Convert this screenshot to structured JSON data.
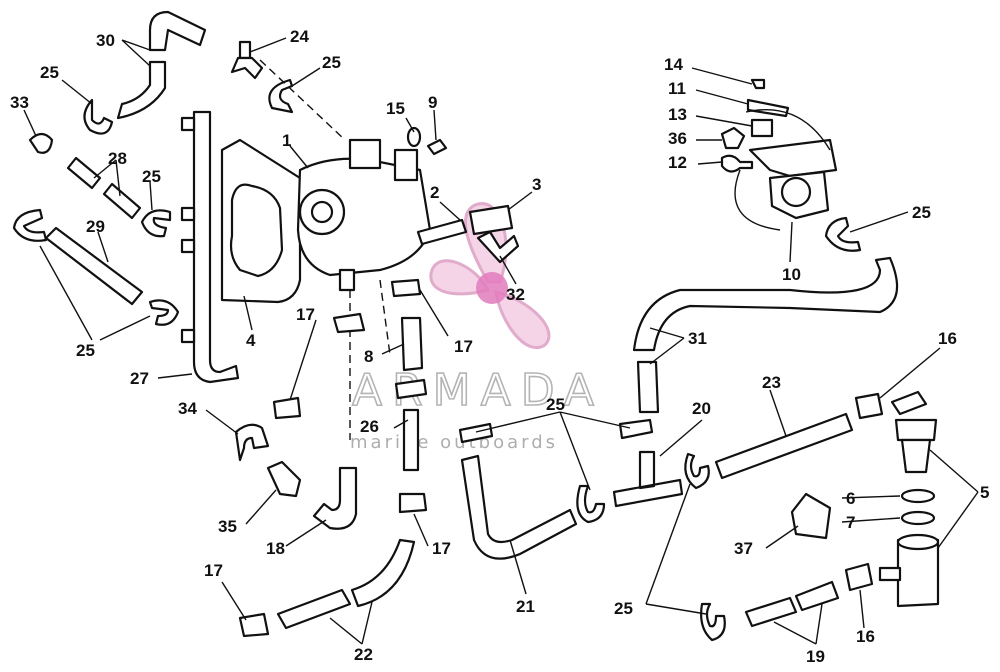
{
  "watermark": {
    "brand": "ARMADA",
    "tagline": "marine outboards",
    "accent_color": "#e27bbd"
  },
  "callouts": [
    {
      "id": "c30",
      "label": "30"
    },
    {
      "id": "c24",
      "label": "24"
    },
    {
      "id": "c25a",
      "label": "25"
    },
    {
      "id": "c25b",
      "label": "25"
    },
    {
      "id": "c33",
      "label": "33"
    },
    {
      "id": "c28",
      "label": "28"
    },
    {
      "id": "c25c",
      "label": "25"
    },
    {
      "id": "c29",
      "label": "29"
    },
    {
      "id": "c25d",
      "label": "25"
    },
    {
      "id": "c27",
      "label": "27"
    },
    {
      "id": "c4",
      "label": "4"
    },
    {
      "id": "c1",
      "label": "1"
    },
    {
      "id": "c15",
      "label": "15"
    },
    {
      "id": "c9",
      "label": "9"
    },
    {
      "id": "c2",
      "label": "2"
    },
    {
      "id": "c3",
      "label": "3"
    },
    {
      "id": "c32",
      "label": "32"
    },
    {
      "id": "c14",
      "label": "14"
    },
    {
      "id": "c11",
      "label": "11"
    },
    {
      "id": "c13",
      "label": "13"
    },
    {
      "id": "c36",
      "label": "36"
    },
    {
      "id": "c12",
      "label": "12"
    },
    {
      "id": "c10",
      "label": "10"
    },
    {
      "id": "c25e",
      "label": "25"
    },
    {
      "id": "c17a",
      "label": "17"
    },
    {
      "id": "c8",
      "label": "8"
    },
    {
      "id": "c17b",
      "label": "17"
    },
    {
      "id": "c31",
      "label": "31"
    },
    {
      "id": "c16a",
      "label": "16"
    },
    {
      "id": "c34",
      "label": "34"
    },
    {
      "id": "c26",
      "label": "26"
    },
    {
      "id": "c25f",
      "label": "25"
    },
    {
      "id": "c20",
      "label": "20"
    },
    {
      "id": "c23",
      "label": "23"
    },
    {
      "id": "c35",
      "label": "35"
    },
    {
      "id": "c18",
      "label": "18"
    },
    {
      "id": "c17c",
      "label": "17"
    },
    {
      "id": "c6",
      "label": "6"
    },
    {
      "id": "c7",
      "label": "7"
    },
    {
      "id": "c5",
      "label": "5"
    },
    {
      "id": "c37",
      "label": "37"
    },
    {
      "id": "c21",
      "label": "21"
    },
    {
      "id": "c17d",
      "label": "17"
    },
    {
      "id": "c25g",
      "label": "25"
    },
    {
      "id": "c22",
      "label": "22"
    },
    {
      "id": "c16b",
      "label": "16"
    },
    {
      "id": "c19",
      "label": "19"
    }
  ]
}
